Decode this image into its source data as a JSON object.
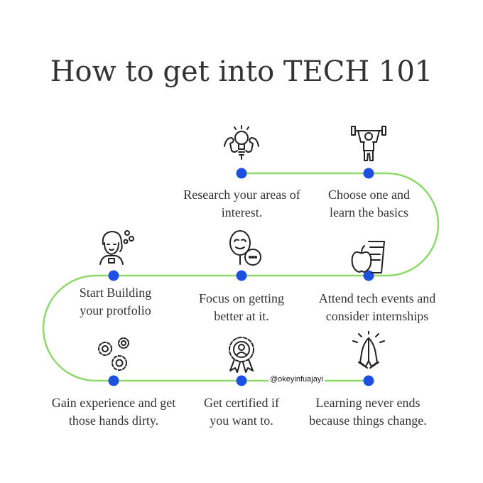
{
  "title": "How to get into TECH 101",
  "handle": "@okeyinfuajayi",
  "colors": {
    "path": "#8fd86a",
    "node": "#1e50e0",
    "text": "#333333"
  },
  "steps": [
    {
      "label": "Research your areas of interest.",
      "icon": "lightbulb-flex-icon"
    },
    {
      "label": "Choose one and learn the basics",
      "icon": "weightlifter-icon"
    },
    {
      "label": "Attend tech events and consider internships",
      "icon": "apple-juice-icon"
    },
    {
      "label": "Focus on getting better at it.",
      "icon": "mirror-chat-icon"
    },
    {
      "label": "Start Building your protfolio",
      "icon": "thinking-person-icon"
    },
    {
      "label": "Gain experience and get those hands dirty.",
      "icon": "gears-icon"
    },
    {
      "label": "Get certified if you want to.",
      "icon": "certificate-badge-icon"
    },
    {
      "label": "Learning never ends because things change.",
      "icon": "praying-hands-icon"
    }
  ]
}
